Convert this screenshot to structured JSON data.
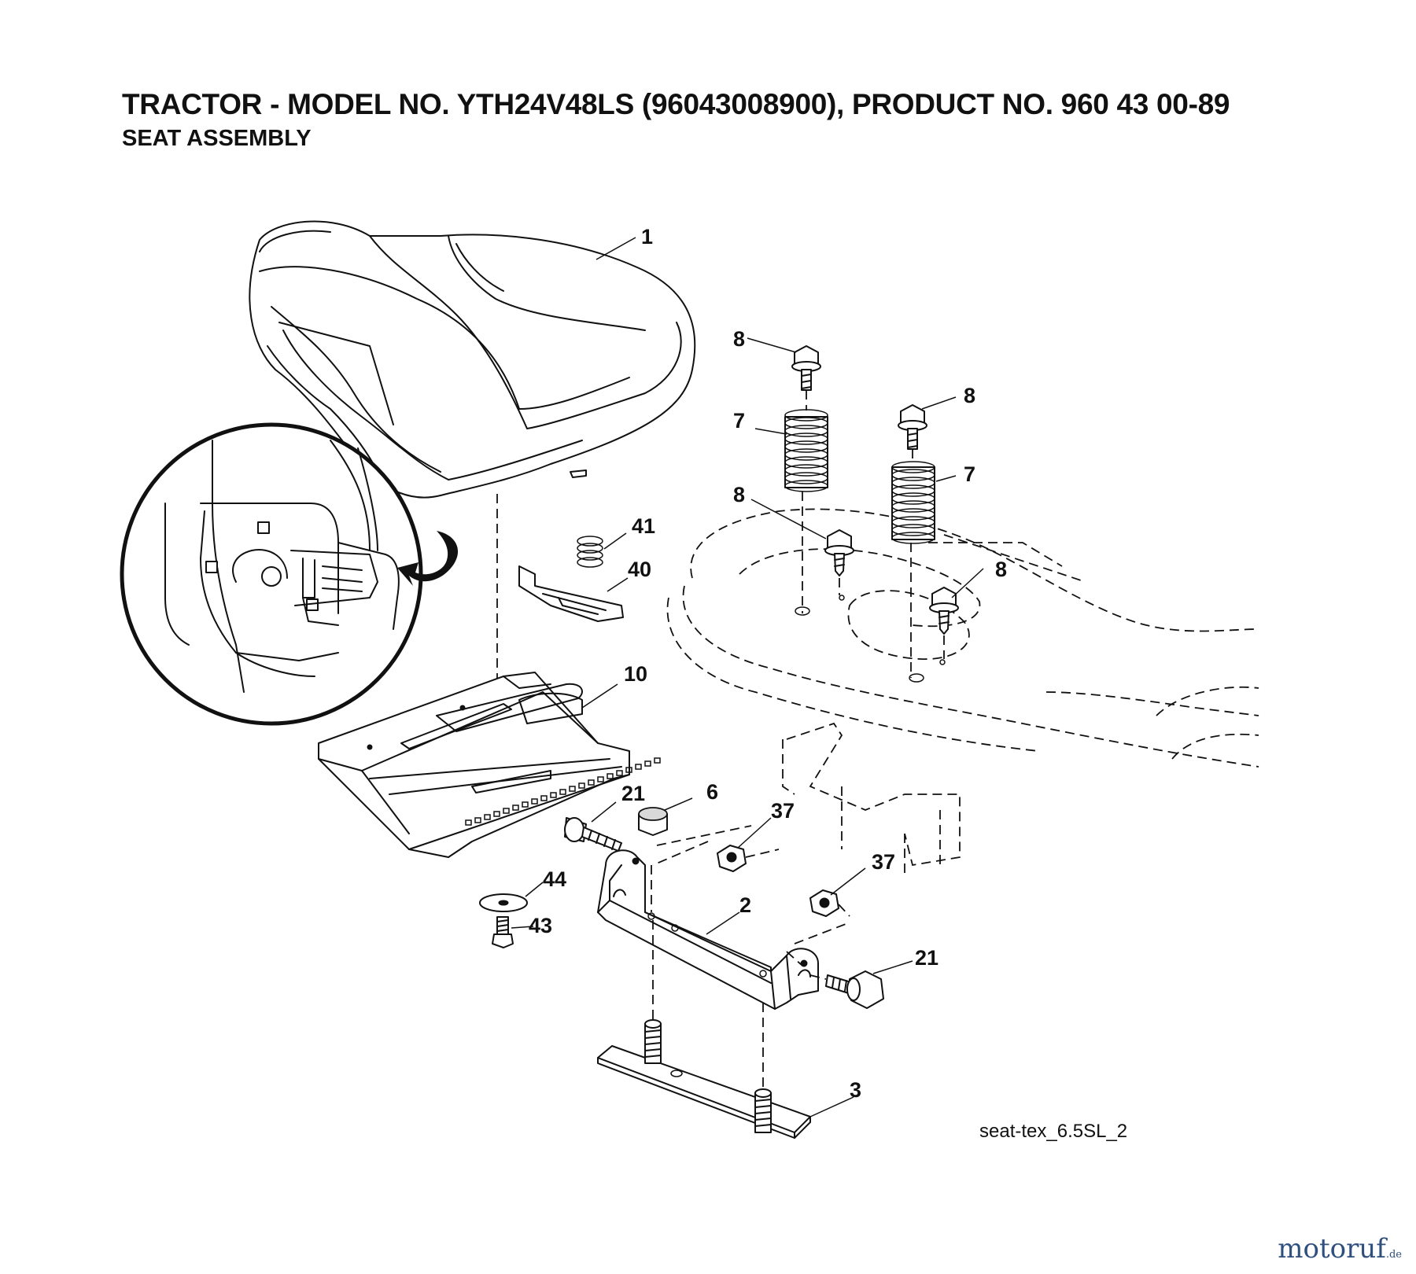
{
  "header": {
    "title": "TRACTOR - MODEL NO. YTH24V48LS (96043008900), PRODUCT NO. 960 43 00-89",
    "subtitle": "SEAT ASSEMBLY"
  },
  "callouts": {
    "seat": "1",
    "bracket": "2",
    "plate": "3",
    "nut_6": "6",
    "spring_7a": "7",
    "spring_7b": "7",
    "bolt_8a": "8",
    "bolt_8b": "8",
    "bolt_8c": "8",
    "bolt_8d": "8",
    "pan": "10",
    "bolt_21a": "21",
    "bolt_21b": "21",
    "nut_37a": "37",
    "nut_37b": "37",
    "clip": "40",
    "spring_41": "41",
    "screw_43": "43",
    "washer_44": "44"
  },
  "drawing_ref": "seat-tex_6.5SL_2",
  "watermark": {
    "brand": "motoruf",
    "suffix": ".de"
  }
}
